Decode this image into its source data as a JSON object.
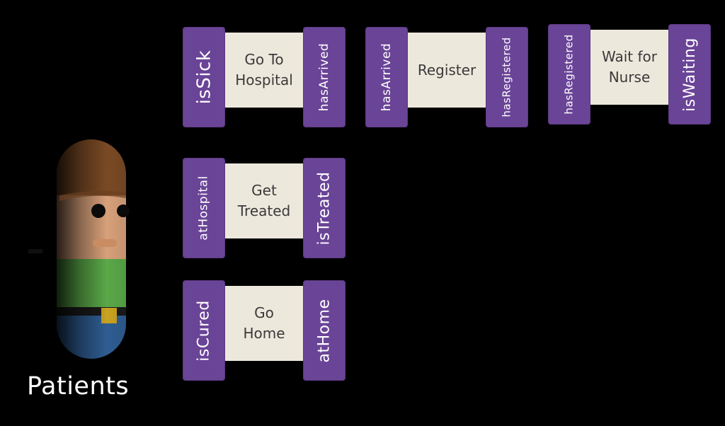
{
  "caption": "Patients",
  "actions": [
    {
      "pre": "isSick",
      "label": "Go To\nHospital",
      "post": "hasArrived"
    },
    {
      "pre": "hasArrived",
      "label": "Register",
      "post": "hasRegistered"
    },
    {
      "pre": "hasRegistered",
      "label": "Wait for\nNurse",
      "post": "isWaiting"
    },
    {
      "pre": "atHospital",
      "label": "Get\nTreated",
      "post": "isTreated"
    },
    {
      "pre": "isCured",
      "label": "Go\nHome",
      "post": "atHome"
    }
  ],
  "colors": {
    "background": "#000000",
    "tab": "#6a4497",
    "card": "#ede8dc",
    "card_text": "#3a3a3a",
    "tab_text": "#ffffff",
    "hair": "#7a4a25",
    "skin": "#d7a07a",
    "shirt": "#5aa848",
    "pants": "#2f5d92",
    "belt": "#1a1a1a",
    "buckle": "#c9a321"
  }
}
